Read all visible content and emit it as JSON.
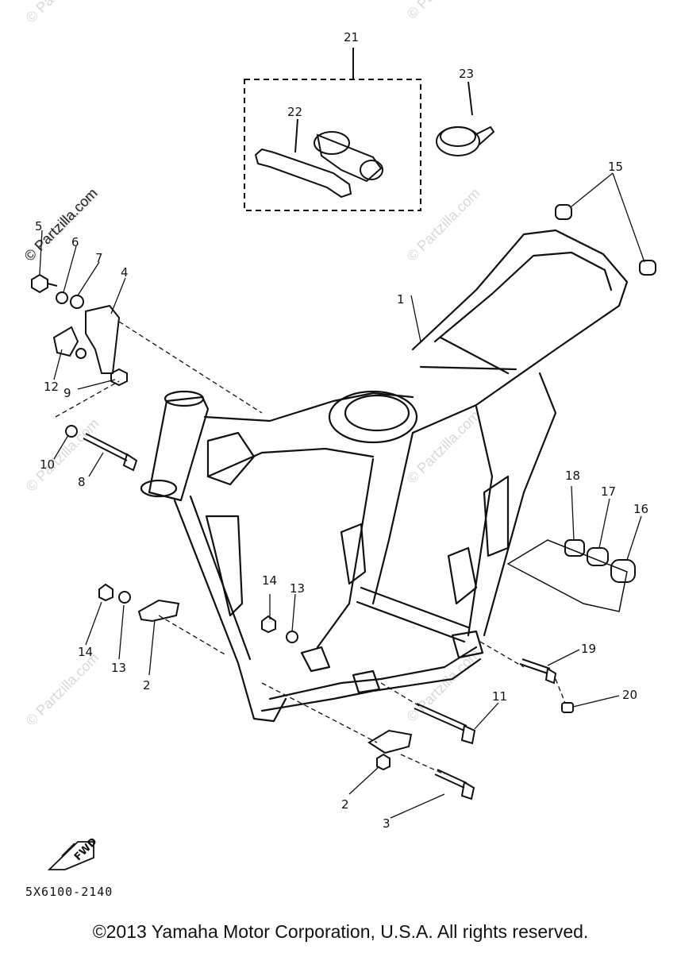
{
  "diagram": {
    "callouts": [
      "1",
      "2",
      "2",
      "3",
      "4",
      "5",
      "6",
      "7",
      "8",
      "9",
      "10",
      "11",
      "12",
      "13",
      "13",
      "14",
      "14",
      "15",
      "16",
      "17",
      "18",
      "19",
      "20",
      "21",
      "22",
      "23"
    ],
    "reference_code": "5X6100-2140",
    "fwd_label": "FWD",
    "watermark": "© Partzilla.com"
  },
  "footer": {
    "copyright": "©2013 Yamaha Motor Corporation, U.S.A. All rights reserved."
  }
}
